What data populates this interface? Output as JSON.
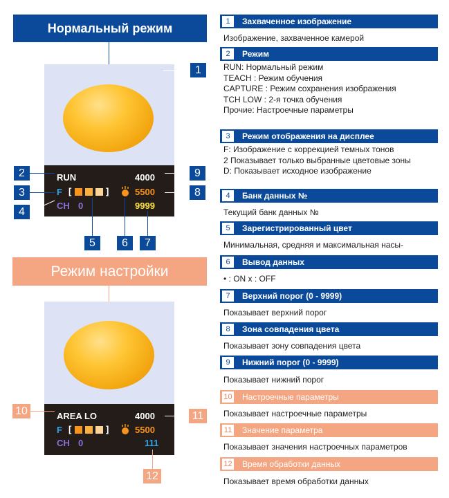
{
  "normal_mode": {
    "title": "Нормальный режим",
    "display": {
      "mode": "RUN",
      "lower_threshold": "4000",
      "f_label": "F",
      "color_zone": "5500",
      "ch_label": "CH",
      "bank": "0",
      "upper_threshold": "9999",
      "output_icon": "output-indicator-icon"
    }
  },
  "setup_mode": {
    "title": "Режим настройки",
    "display": {
      "param_name": "AREA LO",
      "param_value": "4000",
      "f_label": "F",
      "color_zone": "5500",
      "ch_label": "CH",
      "bank": "0",
      "processing_time": "111",
      "output_icon": "output-indicator-icon"
    }
  },
  "callouts": [
    "1",
    "2",
    "3",
    "4",
    "5",
    "6",
    "7",
    "8",
    "9",
    "10",
    "11",
    "12"
  ],
  "colors": {
    "blue": "#0b4a9b",
    "orange": "#f4a582",
    "panel": "#231c19"
  },
  "legend": [
    {
      "num": "1",
      "title": "Захваченное изображение",
      "desc": [
        "Изображение, захваченное камерой"
      ]
    },
    {
      "num": "2",
      "title": "Режим",
      "desc": [
        "RUN: Нормальный режим",
        "TEACH : Режим обучения",
        "CAPTURE : Режим сохранения изображения",
        "TCH LOW : 2-я точка обучения",
        "Прочие: Настроечные параметры"
      ]
    },
    {
      "num": "3",
      "title": "Режим отображения на дисплее",
      "desc": [
        "F: Изображение с коррекцией темных тонов",
        "2 Показывает только выбранные цветовые зоны",
        "D: Показывает исходное изображение"
      ]
    },
    {
      "num": "4",
      "title": "Банк данных №",
      "desc": [
        "Текущий банк данных №"
      ]
    },
    {
      "num": "5",
      "title": "Зарегистрированный цвет",
      "desc": [
        "Минимальная, средняя  и максимальная насы-"
      ]
    },
    {
      "num": "6",
      "title": "Вывод данных",
      "desc": [
        "• : ON   x : OFF"
      ]
    },
    {
      "num": "7",
      "title": "Верхний порог (0 - 9999)",
      "desc": [
        "Показывает верхний порог"
      ]
    },
    {
      "num": "8",
      "title": "Зона совпадения цвета",
      "desc": [
        "Показывает зону совпадения цвета"
      ]
    },
    {
      "num": "9",
      "title": "Нижний порог (0 - 9999)",
      "desc": [
        "Показывает нижний порог"
      ]
    },
    {
      "num": "10",
      "title": "Настроечные параметры",
      "desc": [
        "Показывает настроечные параметры"
      ]
    },
    {
      "num": "11",
      "title": "Значение параметра",
      "desc": [
        "Показывает значения настроечных параметров"
      ]
    },
    {
      "num": "12",
      "title": "Время обработки данных",
      "desc": [
        "Показывает время обработки данных"
      ]
    }
  ]
}
